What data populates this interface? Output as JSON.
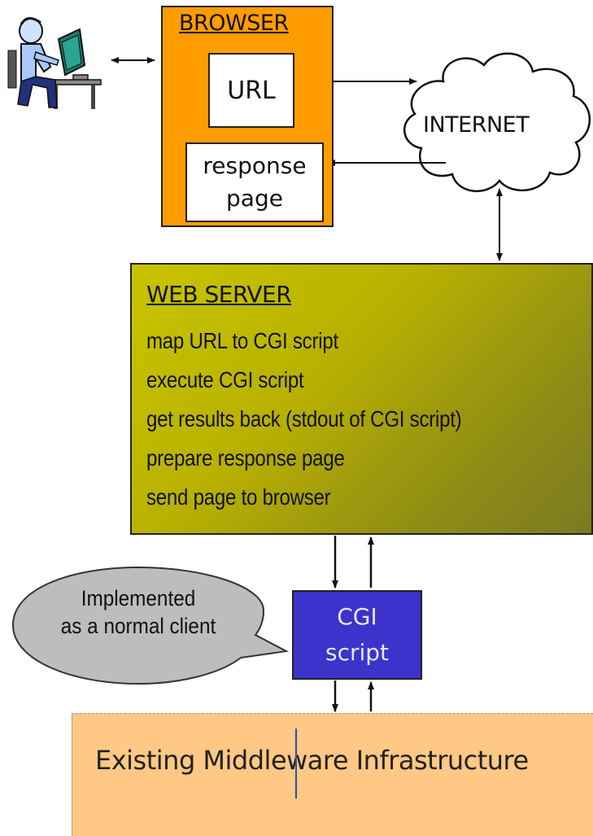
{
  "browser": {
    "title": "BROWSER",
    "url_label": "URL",
    "response_line1": "response",
    "response_line2": "page"
  },
  "internet": {
    "label": "INTERNET"
  },
  "web_server": {
    "title": "WEB SERVER",
    "steps": [
      "map URL to CGI script",
      "execute CGI script",
      "get results back (stdout of CGI script)",
      "prepare response page",
      "send page to browser"
    ]
  },
  "cgi": {
    "line1": "CGI",
    "line2": "script"
  },
  "callout": {
    "line1": "Implemented",
    "line2": "as a normal client"
  },
  "middleware": {
    "label": "Existing Middleware Infrastructure"
  },
  "colors": {
    "browser_fill": "#ff9d00",
    "web_server_fill": "#b9b100",
    "cgi_fill": "#3b33cc",
    "middleware_fill": "#ffc884",
    "callout_fill": "#bdbdbd"
  },
  "icons": {
    "user": "user-at-computer-icon",
    "internet": "cloud-icon"
  }
}
